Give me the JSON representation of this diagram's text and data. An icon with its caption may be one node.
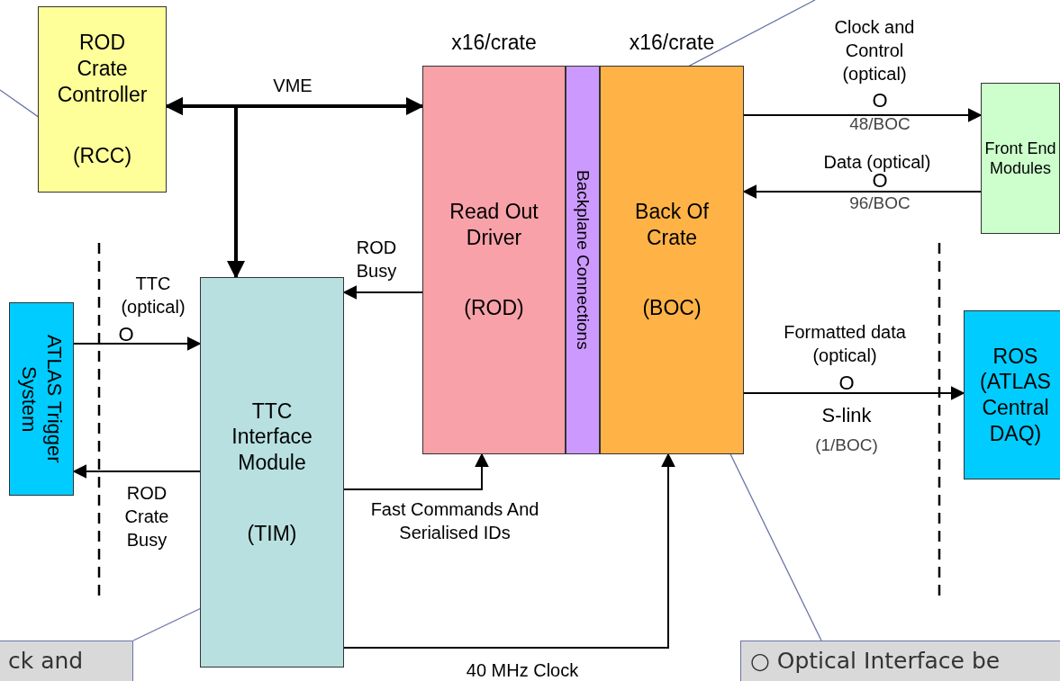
{
  "diagram": {
    "nodes": [
      {
        "text": [
          "ROD Crate Controller",
          "(RCC)"
        ]
      },
      {
        "text": [
          "Read Out Driver",
          "(ROD)"
        ],
        "beside": [
          "x16/crate"
        ]
      },
      {
        "text": [
          "Backplane Connections"
        ]
      },
      {
        "text": [
          "Back Of Crate",
          "(BOC)"
        ],
        "beside": [
          "x16/crate"
        ]
      },
      {
        "text": [
          "Front End Modules"
        ]
      },
      {
        "text": [
          "TTC Interface Module",
          "(TIM)"
        ]
      },
      {
        "text": [
          "ATLAS Trigger System"
        ]
      },
      {
        "text": [
          "ROS (ATLAS Central DAQ)"
        ]
      },
      {
        "text": [
          "ck and"
        ]
      },
      {
        "text": [
          "○ Optical Interface be"
        ]
      }
    ],
    "edges": [
      {
        "from": 0,
        "to": 1,
        "arrow": "both",
        "label": "VME",
        "style": "thick"
      },
      {
        "from": 0,
        "to": 5,
        "arrow": "both",
        "style": "thick"
      },
      {
        "from": 1,
        "to": 5,
        "arrow": "to",
        "label": "ROD Busy"
      },
      {
        "from": 6,
        "to": 5,
        "arrow": "to",
        "label": "TTC (optical)"
      },
      {
        "from": 5,
        "to": 6,
        "arrow": "to",
        "label": "ROD Crate Busy"
      },
      {
        "from": 5,
        "to": 1,
        "arrow": "to",
        "label": "Fast Commands And Serialised IDs"
      },
      {
        "from": 5,
        "to": 3,
        "arrow": "to",
        "label": "40 MHz Clock"
      },
      {
        "from": 3,
        "to": 4,
        "arrow": "to",
        "label": "Clock and Control (optical)"
      },
      {
        "from": 4,
        "to": 3,
        "arrow": "to",
        "label": "Data (optical)"
      },
      {
        "from": 3,
        "to": 7,
        "arrow": "to",
        "label": "Formatted data (optical)"
      },
      {
        "from": null,
        "to": 0,
        "arrow": "none",
        "color": "#6a74a8"
      },
      {
        "from": null,
        "to": 1,
        "arrow": "none",
        "color": "#6a74a8"
      },
      {
        "from": 8,
        "to": 5,
        "arrow": "none",
        "color": "#6a74a8"
      },
      {
        "from": 9,
        "to": 3,
        "arrow": "none",
        "color": "#6a74a8"
      }
    ],
    "labels": [
      "O",
      "48/BOC",
      "O",
      "96/BOC",
      "O",
      "O",
      "S-link",
      "(1/BOC)"
    ]
  }
}
